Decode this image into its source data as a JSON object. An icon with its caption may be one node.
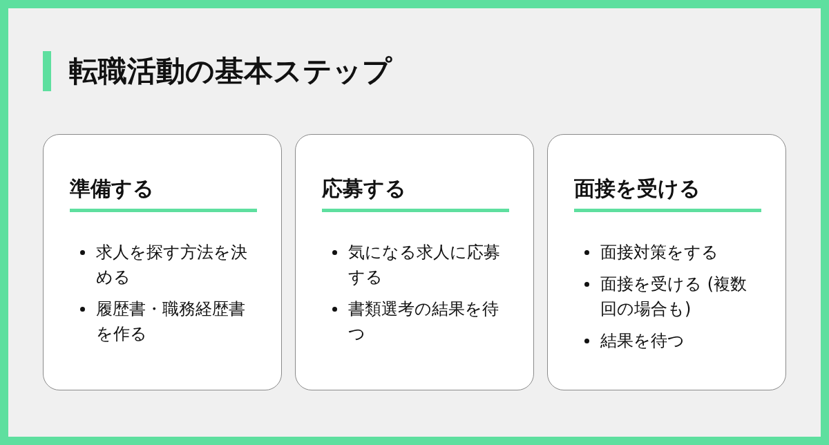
{
  "diagram": {
    "title": "転職活動の基本ステップ",
    "nodes": [
      {
        "text": [
          "準備する",
          "求人を探す方法を決める",
          "履歴書・職務経歴書を作る"
        ]
      },
      {
        "text": [
          "応募する",
          "気になる求人に応募する",
          "書類選考の結果を待つ"
        ]
      },
      {
        "text": [
          "面接を受ける",
          "面接対策をする",
          "面接を受ける (複数回の場合も)",
          "結果を待つ"
        ]
      }
    ],
    "edges": []
  }
}
